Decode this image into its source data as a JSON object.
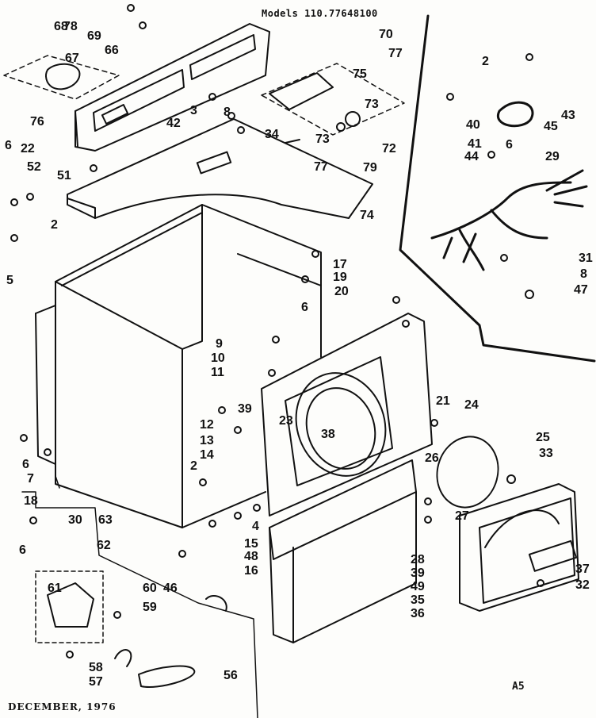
{
  "header": {
    "model_text": "Models 110.77648100"
  },
  "footer": {
    "date_text": "DECEMBER, 1976",
    "page_code": "A5"
  },
  "colors": {
    "ink": "#111111",
    "paper": "#fdfdfb"
  },
  "callouts": {
    "c2": "2",
    "c3": "3",
    "c4": "4",
    "c5": "5",
    "c6": "6",
    "c7": "7",
    "c8": "8",
    "c9": "9",
    "c10": "10",
    "c11": "11",
    "c12": "12",
    "c13": "13",
    "c14": "14",
    "c15": "15",
    "c16": "16",
    "c17": "17",
    "c18": "18",
    "c19": "19",
    "c20": "20",
    "c21": "21",
    "c22": "22",
    "c23": "23",
    "c24": "24",
    "c25": "25",
    "c26": "26",
    "c27": "27",
    "c28": "28",
    "c29": "29",
    "c30": "30",
    "c31": "31",
    "c32": "32",
    "c33": "33",
    "c34": "34",
    "c35": "35",
    "c36": "36",
    "c37": "37",
    "c38": "38",
    "c39": "39",
    "c40": "40",
    "c41": "41",
    "c42": "42",
    "c43": "43",
    "c44": "44",
    "c45": "45",
    "c46": "46",
    "c47": "47",
    "c48": "48",
    "c49": "49",
    "c51": "51",
    "c52": "52",
    "c56": "56",
    "c57": "57",
    "c58": "58",
    "c59": "59",
    "c60": "60",
    "c61": "61",
    "c62": "62",
    "c63": "63",
    "c66": "66",
    "c67": "67",
    "c68": "68",
    "c69": "69",
    "c70": "70",
    "c72": "72",
    "c73": "73",
    "c74": "74",
    "c75": "75",
    "c76": "76",
    "c77": "77",
    "c78": "78",
    "c79": "79"
  }
}
